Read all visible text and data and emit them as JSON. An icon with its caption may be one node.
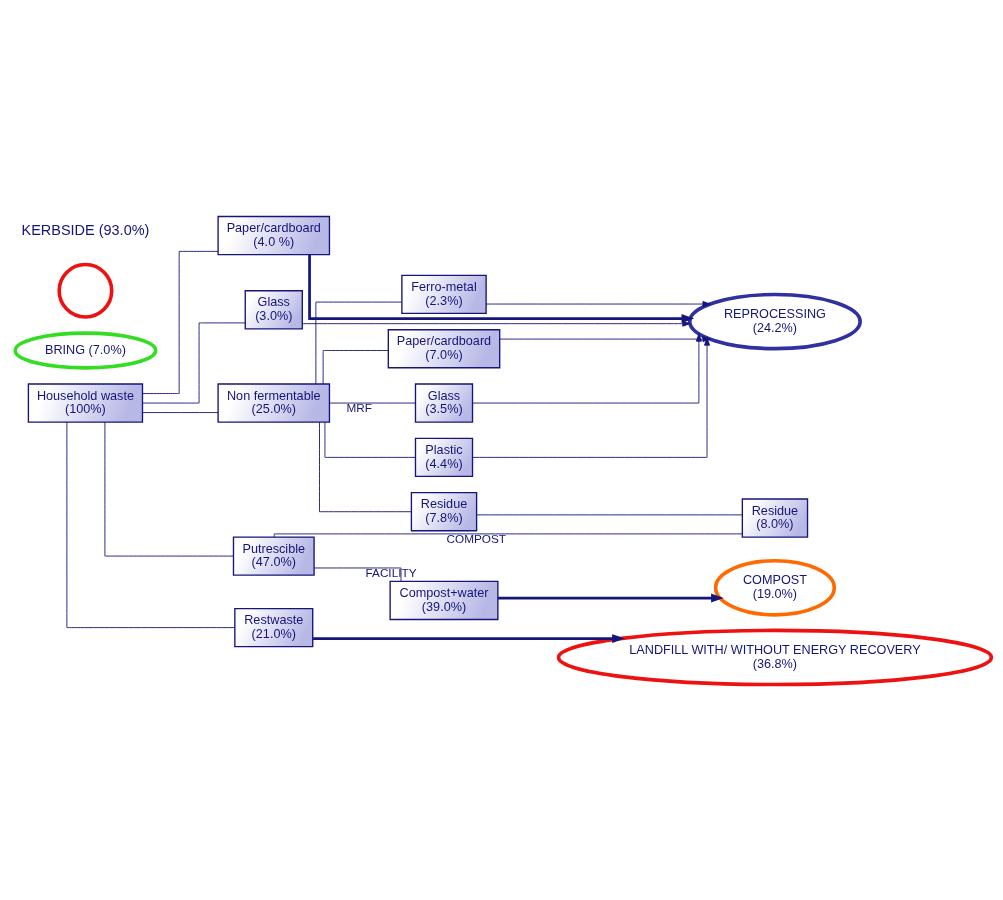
{
  "diagram": {
    "nodes": [
      {
        "text": [
          "Household waste",
          "(100%)"
        ]
      },
      {
        "text": [
          "BRING (7.0%)"
        ]
      },
      {
        "text": [
          "Paper/cardboard",
          "(4.0 %)"
        ]
      },
      {
        "text": [
          "Glass",
          "(3.0%)"
        ]
      },
      {
        "text": [
          "Non fermentable",
          "(25.0%)"
        ]
      },
      {
        "text": [
          "Restwaste",
          "(21.0%)"
        ]
      },
      {
        "text": [
          "Putrescible",
          "(47.0%)"
        ]
      },
      {
        "text": [
          "Ferro-metal",
          "(2.3%)"
        ]
      },
      {
        "text": [
          "Paper/cardboard",
          "(7.0%)"
        ]
      },
      {
        "text": [
          "Glass",
          "(3.5%)"
        ]
      },
      {
        "text": [
          "Plastic",
          "(4.4%)"
        ]
      },
      {
        "text": [
          "Residue",
          "(7.8%)"
        ]
      },
      {
        "text": [
          "Residue",
          "(8.0%)"
        ]
      },
      {
        "text": [
          "Compost+water",
          "(39.0%)"
        ]
      },
      {
        "text": [
          "REPROCESSING",
          "(24.2%)"
        ]
      },
      {
        "text": [
          "LANDFILL WITH/ WITHOUT ENERGY RECOVERY",
          "(36.8%)"
        ]
      },
      {
        "text": [
          "COMPOST",
          "(19.0%)"
        ]
      },
      {
        "text": [],
        "shape": "circle"
      }
    ],
    "edges": [
      {
        "from": 0,
        "to": 2,
        "arrow": "none"
      },
      {
        "from": 0,
        "to": 3,
        "arrow": "none"
      },
      {
        "from": 0,
        "to": 4,
        "arrow": "none"
      },
      {
        "from": 0,
        "to": 5,
        "arrow": "none"
      },
      {
        "from": 0,
        "to": 6,
        "arrow": "none"
      },
      {
        "from": 2,
        "to": 14,
        "arrow": "to",
        "style": "thick"
      },
      {
        "from": 3,
        "to": 14,
        "arrow": "to"
      },
      {
        "from": 4,
        "to": 7,
        "arrow": "none"
      },
      {
        "from": 4,
        "to": 8,
        "arrow": "none"
      },
      {
        "from": 4,
        "to": 9,
        "arrow": "none",
        "label": "MRF"
      },
      {
        "from": 4,
        "to": 10,
        "arrow": "none"
      },
      {
        "from": 4,
        "to": 11,
        "arrow": "none"
      },
      {
        "from": 7,
        "to": 14,
        "arrow": "to"
      },
      {
        "from": 8,
        "to": 14,
        "arrow": "to"
      },
      {
        "from": 9,
        "to": 14,
        "arrow": "to"
      },
      {
        "from": 10,
        "to": 14,
        "arrow": "to"
      },
      {
        "from": 5,
        "to": 15,
        "arrow": "to",
        "style": "thick"
      },
      {
        "from": 11,
        "to": 12,
        "arrow": "none"
      },
      {
        "from": 6,
        "to": 12,
        "arrow": "none",
        "label": "COMPOST"
      },
      {
        "from": 6,
        "to": 13,
        "arrow": "none",
        "label": "FACILITY"
      },
      {
        "from": 13,
        "to": 16,
        "arrow": "to",
        "style": "thick"
      }
    ],
    "labels": [
      "KERBSIDE (93.0%)"
    ]
  }
}
